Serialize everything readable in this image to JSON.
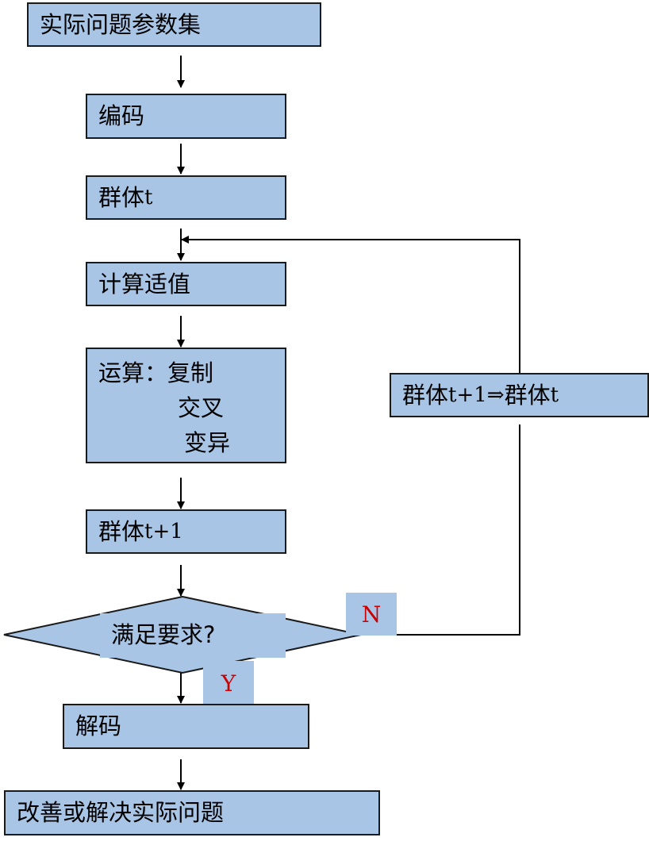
{
  "nodes": {
    "input_params": {
      "label": "实际问题参数集"
    },
    "encode": {
      "label": "编码"
    },
    "population_t": {
      "label_cn": "群体",
      "label_var": "t"
    },
    "fitness": {
      "label": "计算适值"
    },
    "operations": {
      "label": "运算：",
      "items": [
        "复制",
        "交叉",
        "变异"
      ]
    },
    "population_next": {
      "label_cn": "群体",
      "label_var": "t+1"
    },
    "condition": {
      "label": "满足要求?"
    },
    "decode": {
      "label": "解码"
    },
    "solve": {
      "label": "改善或解决实际问题"
    },
    "replace": {
      "label_cn_1": "群体",
      "label_var_1": "t+1⇒",
      "label_cn_2": "群体",
      "label_var_2": "t"
    }
  },
  "branches": {
    "no": "N",
    "yes": "Y"
  },
  "colors": {
    "box_fill": "#a9c5e6",
    "border": "#1a1a1a",
    "branch_label": "#cc0000"
  }
}
